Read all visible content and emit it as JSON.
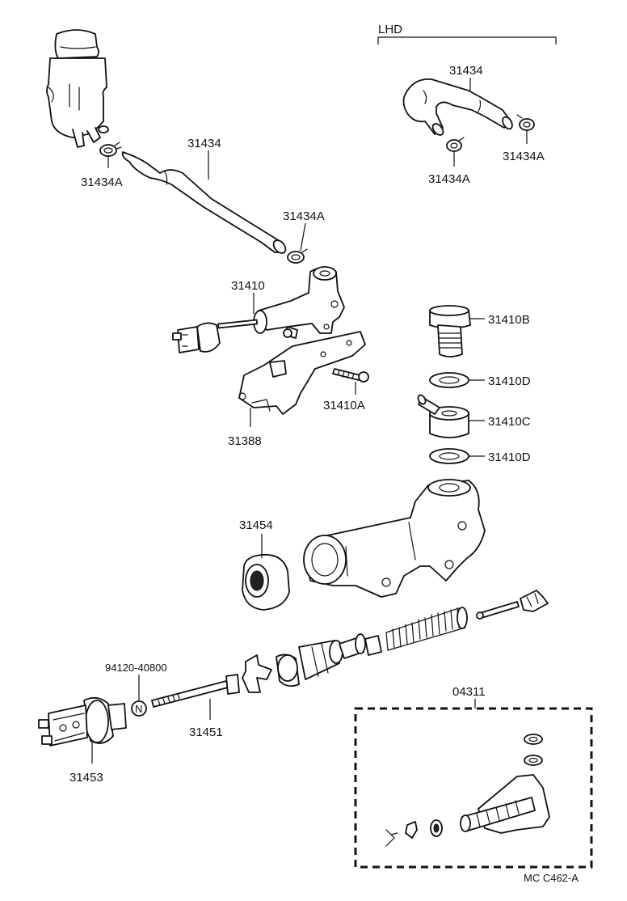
{
  "section_label": "LHD",
  "catalog_ref": "MC  C462-A",
  "callouts": {
    "hose_main": "31434",
    "clamp_reservoir": "31434A",
    "clamp_hose_end": "31434A",
    "master_cylinder": "31410",
    "bracket": "31388",
    "bracket_bolt": "31410A",
    "union_bolt": "31410B",
    "gasket_upper": "31410D",
    "union": "31410C",
    "gasket_lower": "31410D",
    "boot": "31454",
    "nut": "94120-40800",
    "push_rod": "31451",
    "clevis": "31453",
    "kit": "04311",
    "lhd_hose": "31434",
    "lhd_clamp_left": "31434A",
    "lhd_clamp_right": "31434A"
  },
  "nut_symbol": "N"
}
